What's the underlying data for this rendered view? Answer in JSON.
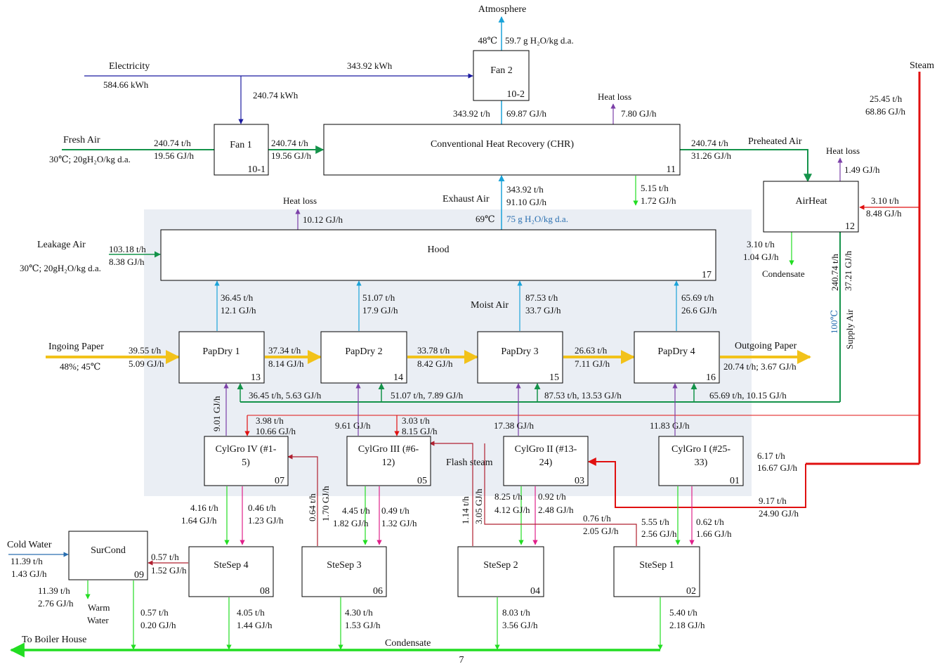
{
  "nodes": {
    "fan2": {
      "name": "Fan 2",
      "id": "10-2"
    },
    "fan1": {
      "name": "Fan 1",
      "id": "10-1"
    },
    "chr": {
      "name": "Conventional Heat Recovery (CHR)",
      "id": "11"
    },
    "airheat": {
      "name": "AirHeat",
      "id": "12"
    },
    "hood": {
      "name": "Hood",
      "id": "17"
    },
    "pd1": {
      "name": "PapDry 1",
      "id": "13"
    },
    "pd2": {
      "name": "PapDry 2",
      "id": "14"
    },
    "pd3": {
      "name": "PapDry 3",
      "id": "15"
    },
    "pd4": {
      "name": "PapDry 4",
      "id": "16"
    },
    "cg4": {
      "name1": "CylGro IV (#1-",
      "name2": "5)",
      "id": "07"
    },
    "cg3": {
      "name1": "CylGro III (#6-",
      "name2": "12)",
      "id": "05"
    },
    "cg2": {
      "name1": "CylGro II (#13-",
      "name2": "24)",
      "id": "03"
    },
    "cg1": {
      "name1": "CylGro I (#25-",
      "name2": "33)",
      "id": "01"
    },
    "surcond": {
      "name": "SurCond",
      "id": "09"
    },
    "ss4": {
      "name": "SteSep 4",
      "id": "08"
    },
    "ss3": {
      "name": "SteSep 3",
      "id": "06"
    },
    "ss2": {
      "name": "SteSep 2",
      "id": "04"
    },
    "ss1": {
      "name": "SteSep 1",
      "id": "02"
    }
  },
  "labels": {
    "atmosphere": "Atmosphere",
    "atm_temp": "48℃",
    "atm_hum": "59.7 g H₂O/kg d.a.",
    "electricity": "Electricity",
    "elec_total": "584.66 kWh",
    "elec_fan2": "343.92 kWh",
    "elec_fan1": "240.74 kWh",
    "steam": "Steam",
    "steam_t": "25.45 t/h",
    "steam_gj": "68.86 GJ/h",
    "fresh_air": "Fresh Air",
    "fresh_cond": "30℃; 20gH₂O/kg d.a.",
    "fresh_t": "240.74 t/h",
    "fresh_gj": "19.56 GJ/h",
    "fan1_out_t": "240.74 t/h",
    "fan1_out_gj": "19.56 GJ/h",
    "fan2_in_t": "343.92 t/h",
    "fan2_in_gj": "69.87 GJ/h",
    "chr_loss_label": "Heat loss",
    "chr_loss": "7.80 GJ/h",
    "preheated_air": "Preheated Air",
    "pre_t": "240.74 t/h",
    "pre_gj": "31.26 GJ/h",
    "ah_loss_label": "Heat loss",
    "ah_loss": "1.49 GJ/h",
    "ah_steam_t": "3.10 t/h",
    "ah_steam_gj": "8.48 GJ/h",
    "ah_cond_t": "3.10 t/h",
    "ah_cond_gj": "1.04 GJ/h",
    "condensate_ah": "Condensate",
    "chr_cond_t": "5.15 t/h",
    "chr_cond_gj": "1.72 GJ/h",
    "exhaust_air": "Exhaust Air",
    "exh_t": "343.92 t/h",
    "exh_gj": "91.10 GJ/h",
    "exh_temp": "69℃",
    "exh_hum": "75 g H₂O/kg d.a.",
    "hood_loss_label": "Heat loss",
    "hood_loss": "10.12 GJ/h",
    "leakage_air": "Leakage Air",
    "leak_cond": "30℃; 20gH₂O/kg d.a.",
    "leak_t": "103.18 t/h",
    "leak_gj": "8.38 GJ/h",
    "supply_t": "240.74 t/h",
    "supply_gj": "37.21 GJ/h",
    "supply_temp": "100℃",
    "supply_air": "Supply Air",
    "moist_air": "Moist Air",
    "ma1_t": "36.45 t/h",
    "ma1_gj": "12.1 GJ/h",
    "ma2_t": "51.07 t/h",
    "ma2_gj": "17.9 GJ/h",
    "ma3_t": "87.53 t/h",
    "ma3_gj": "33.7 GJ/h",
    "ma4_t": "65.69 t/h",
    "ma4_gj": "26.6 GJ/h",
    "ingoing_paper": "Ingoing Paper",
    "ingoing_cond": "48%; 45℃",
    "in_t": "39.55 t/h",
    "in_gj": "5.09 GJ/h",
    "p12_t": "37.34 t/h",
    "p12_gj": "8.14 GJ/h",
    "p23_t": "33.78 t/h",
    "p23_gj": "8.42 GJ/h",
    "p34_t": "26.63 t/h",
    "p34_gj": "7.11 GJ/h",
    "outgoing_paper": "Outgoing Paper",
    "out_val": "20.74 t/h; 3.67 GJ/h",
    "sa1": "36.45 t/h, 5.63 GJ/h",
    "sa2": "51.07 t/h, 7.89 GJ/h",
    "sa3": "87.53 t/h, 13.53 GJ/h",
    "sa4": "65.69 t/h, 10.15 GJ/h",
    "h4": "9.01 GJ/h",
    "h3": "9.61 GJ/h",
    "h2": "17.38 GJ/h",
    "h1": "11.83 GJ/h",
    "s4_t": "3.98 t/h",
    "s4_gj": "10.66 GJ/h",
    "s3_t": "3.03 t/h",
    "s3_gj": "8.15 GJ/h",
    "s1_t": "6.17 t/h",
    "s1_gj": "16.67 GJ/h",
    "s2_t": "9.17 t/h",
    "s2_gj": "24.90 GJ/h",
    "flash_steam": "Flash steam",
    "fs3_t": "0.64 t/h",
    "fs3_gj": "1.70 GJ/h",
    "fs2_t": "1.14 t/h",
    "fs2_gj": "3.05 GJ/h",
    "fs1_t": "0.76 t/h",
    "fs1_gj": "2.05 GJ/h",
    "cg4c_t": "4.16 t/h",
    "cg4c_gj": "1.64 GJ/h",
    "cg4b_t": "0.46 t/h",
    "cg4b_gj": "1.23 GJ/h",
    "cg3c_t": "4.45 t/h",
    "cg3c_gj": "1.82 GJ/h",
    "cg3b_t": "0.49 t/h",
    "cg3b_gj": "1.32 GJ/h",
    "cg2c_t": "8.25 t/h",
    "cg2c_gj": "4.12 GJ/h",
    "cg2b_t": "0.92 t/h",
    "cg2b_gj": "2.48 GJ/h",
    "cg1c_t": "5.55 t/h",
    "cg1c_gj": "2.56 GJ/h",
    "cg1b_t": "0.62 t/h",
    "cg1b_gj": "1.66 GJ/h",
    "ss4s_t": "0.57 t/h",
    "ss4s_gj": "1.52 GJ/h",
    "cold_water": "Cold Water",
    "cw_t": "11.39 t/h",
    "cw_gj": "1.43 GJ/h",
    "ww_t": "11.39 t/h",
    "ww_gj": "2.76 GJ/h",
    "warm": "Warm",
    "water": "Water",
    "sc_t": "0.57 t/h",
    "sc_gj": "0.20 GJ/h",
    "c4_t": "4.05 t/h",
    "c4_gj": "1.44 GJ/h",
    "c3_t": "4.30 t/h",
    "c3_gj": "1.53 GJ/h",
    "c2_t": "8.03 t/h",
    "c2_gj": "3.56 GJ/h",
    "c1_t": "5.40 t/h",
    "c1_gj": "2.18 GJ/h",
    "to_boiler": "To Boiler House",
    "condensate": "Condensate",
    "fig_no": "7"
  }
}
